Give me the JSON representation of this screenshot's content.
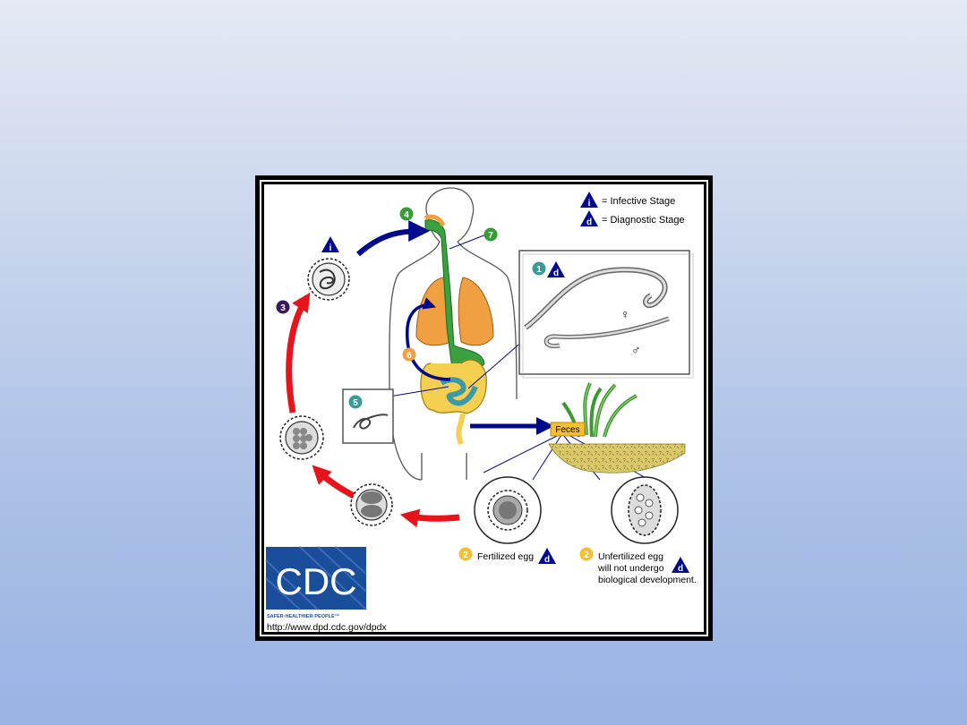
{
  "legend": {
    "infective_glyph": "i",
    "infective_label": "= Infective Stage",
    "diagnostic_glyph": "d",
    "diagnostic_label": "= Diagnostic Stage"
  },
  "steps": {
    "s1": "1",
    "s2": "2",
    "s3": "3",
    "s4": "4",
    "s5": "5",
    "s6": "6",
    "s7": "7"
  },
  "labels": {
    "feces": "Feces",
    "fertilized_egg": "Fertilized egg",
    "unfertilized_line1": "Unfertilized egg",
    "unfertilized_line2": "will not undergo",
    "unfertilized_line3": "biological development.",
    "female_symbol": "♀",
    "male_symbol": "♂"
  },
  "logo": {
    "text": "CDC",
    "tagline": "SAFER·HEALTHIER·PEOPLE™"
  },
  "url": "http://www.dpd.cdc.gov/dpdx",
  "colors": {
    "navy": "#000a8c",
    "red": "#e8141b",
    "green_badge": "#3a9a3a",
    "teal_badge": "#3a9a9a",
    "purple_badge": "#3a1a5a",
    "orange_badge": "#f0a040",
    "yellow_badge": "#f5c030",
    "lungs": "#f0a040",
    "esophagus": "#3aa040",
    "intestine_yellow": "#f5d050",
    "intestine_teal": "#3a9aa8",
    "cdc_blue": "#1a4e9a"
  }
}
